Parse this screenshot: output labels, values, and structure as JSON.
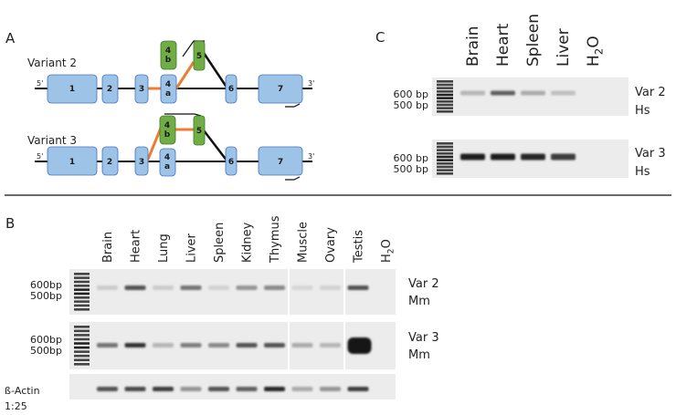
{
  "panels": {
    "a": {
      "label": "A",
      "variant2": {
        "name": "Variant 2",
        "five_prime": "5'",
        "three_prime": "3'",
        "exons": [
          "1",
          "2",
          "3",
          "4\na",
          "5",
          "6",
          "7"
        ],
        "alt_exon": "4\nb"
      },
      "variant3": {
        "name": "Variant 3",
        "five_prime": "5'",
        "three_prime": "3'",
        "exons": [
          "1",
          "2",
          "3",
          "4\nb",
          "5",
          "6",
          "7"
        ],
        "alt_exon": "4\na"
      }
    },
    "b": {
      "label": "B",
      "lanes": [
        "Brain",
        "Heart",
        "Lung",
        "Liver",
        "Spleen",
        "Kidney",
        "Thymus",
        "Muscle",
        "Ovary",
        "Testis",
        "H2O"
      ],
      "gels": [
        {
          "name_line1": "Var 2",
          "name_line2": "Mm",
          "marker_upper": "600bp",
          "marker_lower": "500bp",
          "intensity": [
            0.15,
            0.7,
            0.15,
            0.55,
            0.12,
            0.4,
            0.45,
            0.1,
            0.12,
            0.7,
            0
          ]
        },
        {
          "name_line1": "Var 3",
          "name_line2": "Mm",
          "marker_upper": "600bp",
          "marker_lower": "500bp",
          "intensity": [
            0.55,
            0.85,
            0.25,
            0.5,
            0.45,
            0.7,
            0.7,
            0.3,
            0.25,
            1.0,
            0
          ]
        },
        {
          "name_line1": "ß-Actin",
          "name_line2": "1:25",
          "intensity": [
            0.7,
            0.75,
            0.8,
            0.4,
            0.7,
            0.65,
            0.9,
            0.3,
            0.4,
            0.8,
            0
          ]
        }
      ]
    },
    "c": {
      "label": "C",
      "lanes": [
        "Brain",
        "Heart",
        "Spleen",
        "Liver",
        "H2O"
      ],
      "gels": [
        {
          "name_line1": "Var 2",
          "name_line2": "Hs",
          "marker_upper": "600 bp",
          "marker_lower": "500 bp",
          "intensity": [
            0.25,
            0.65,
            0.3,
            0.2,
            0
          ]
        },
        {
          "name_line1": "Var 3",
          "name_line2": "Hs",
          "marker_upper": "600 bp",
          "marker_lower": "500 bp",
          "intensity": [
            0.95,
            0.95,
            0.9,
            0.8,
            0
          ]
        }
      ]
    }
  },
  "colors": {
    "exon_blue": "#9dc3e6",
    "exon_green": "#70ad47",
    "splice_orange": "#ed7d31",
    "intron": "#111111",
    "gel_bg": "#ececec",
    "band_dark": "#111111"
  }
}
